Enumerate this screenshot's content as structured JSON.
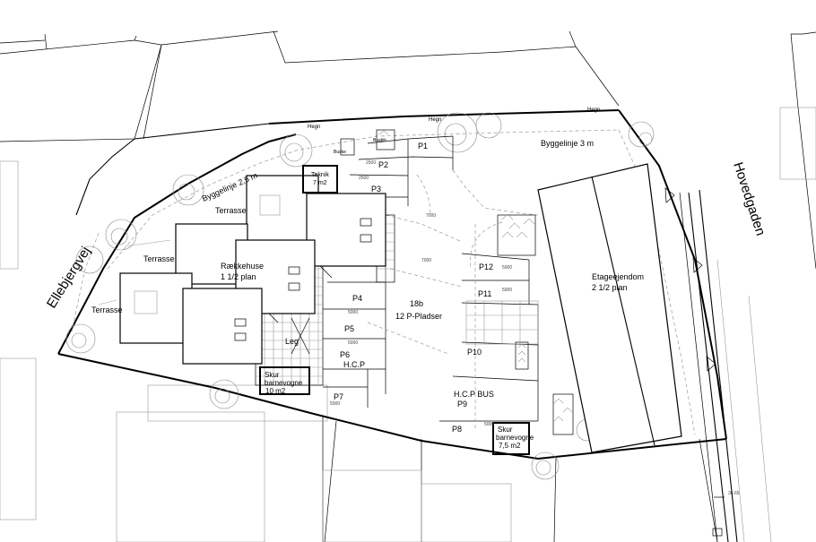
{
  "labels": {
    "ellebjergvej": "Ellebjergvej",
    "hovedgaden": "Hovedgaden",
    "hegn": "Hegn",
    "byggelinje_25": "Byggelinje 2,5 m",
    "byggelinje_3": "Byggelinje 3 m",
    "buske": "Buske",
    "teknik": "Teknik",
    "teknik_area": "7 m2",
    "terrasse": "Terrasse",
    "raekkehuse": "Rækkehuse",
    "raekkehuse_plan": "1 1/2 plan",
    "etageejendom": "Etageejendom",
    "etageejendom_plan": "2 1/2 plan",
    "lot_number": "18b",
    "parking_total": "12 P-Pladser",
    "leg": "Leg",
    "hcp": "H.C.P",
    "hcp_bus": "H.C.P BUS",
    "skur": "Skur",
    "barnevogne": "barnevogne",
    "skur1_area": "10 m2",
    "skur2_area": "7,5 m2",
    "elevation": "36.65"
  },
  "parking": [
    "P1",
    "P2",
    "P3",
    "P4",
    "P5",
    "P6",
    "P7",
    "P8",
    "P9",
    "P10",
    "P11",
    "P12"
  ],
  "dimensions": [
    "5000",
    "2500",
    "7000"
  ],
  "colors": {
    "line": "#000000",
    "faint": "#9a9a9a",
    "tree": "#8a8a8a"
  }
}
